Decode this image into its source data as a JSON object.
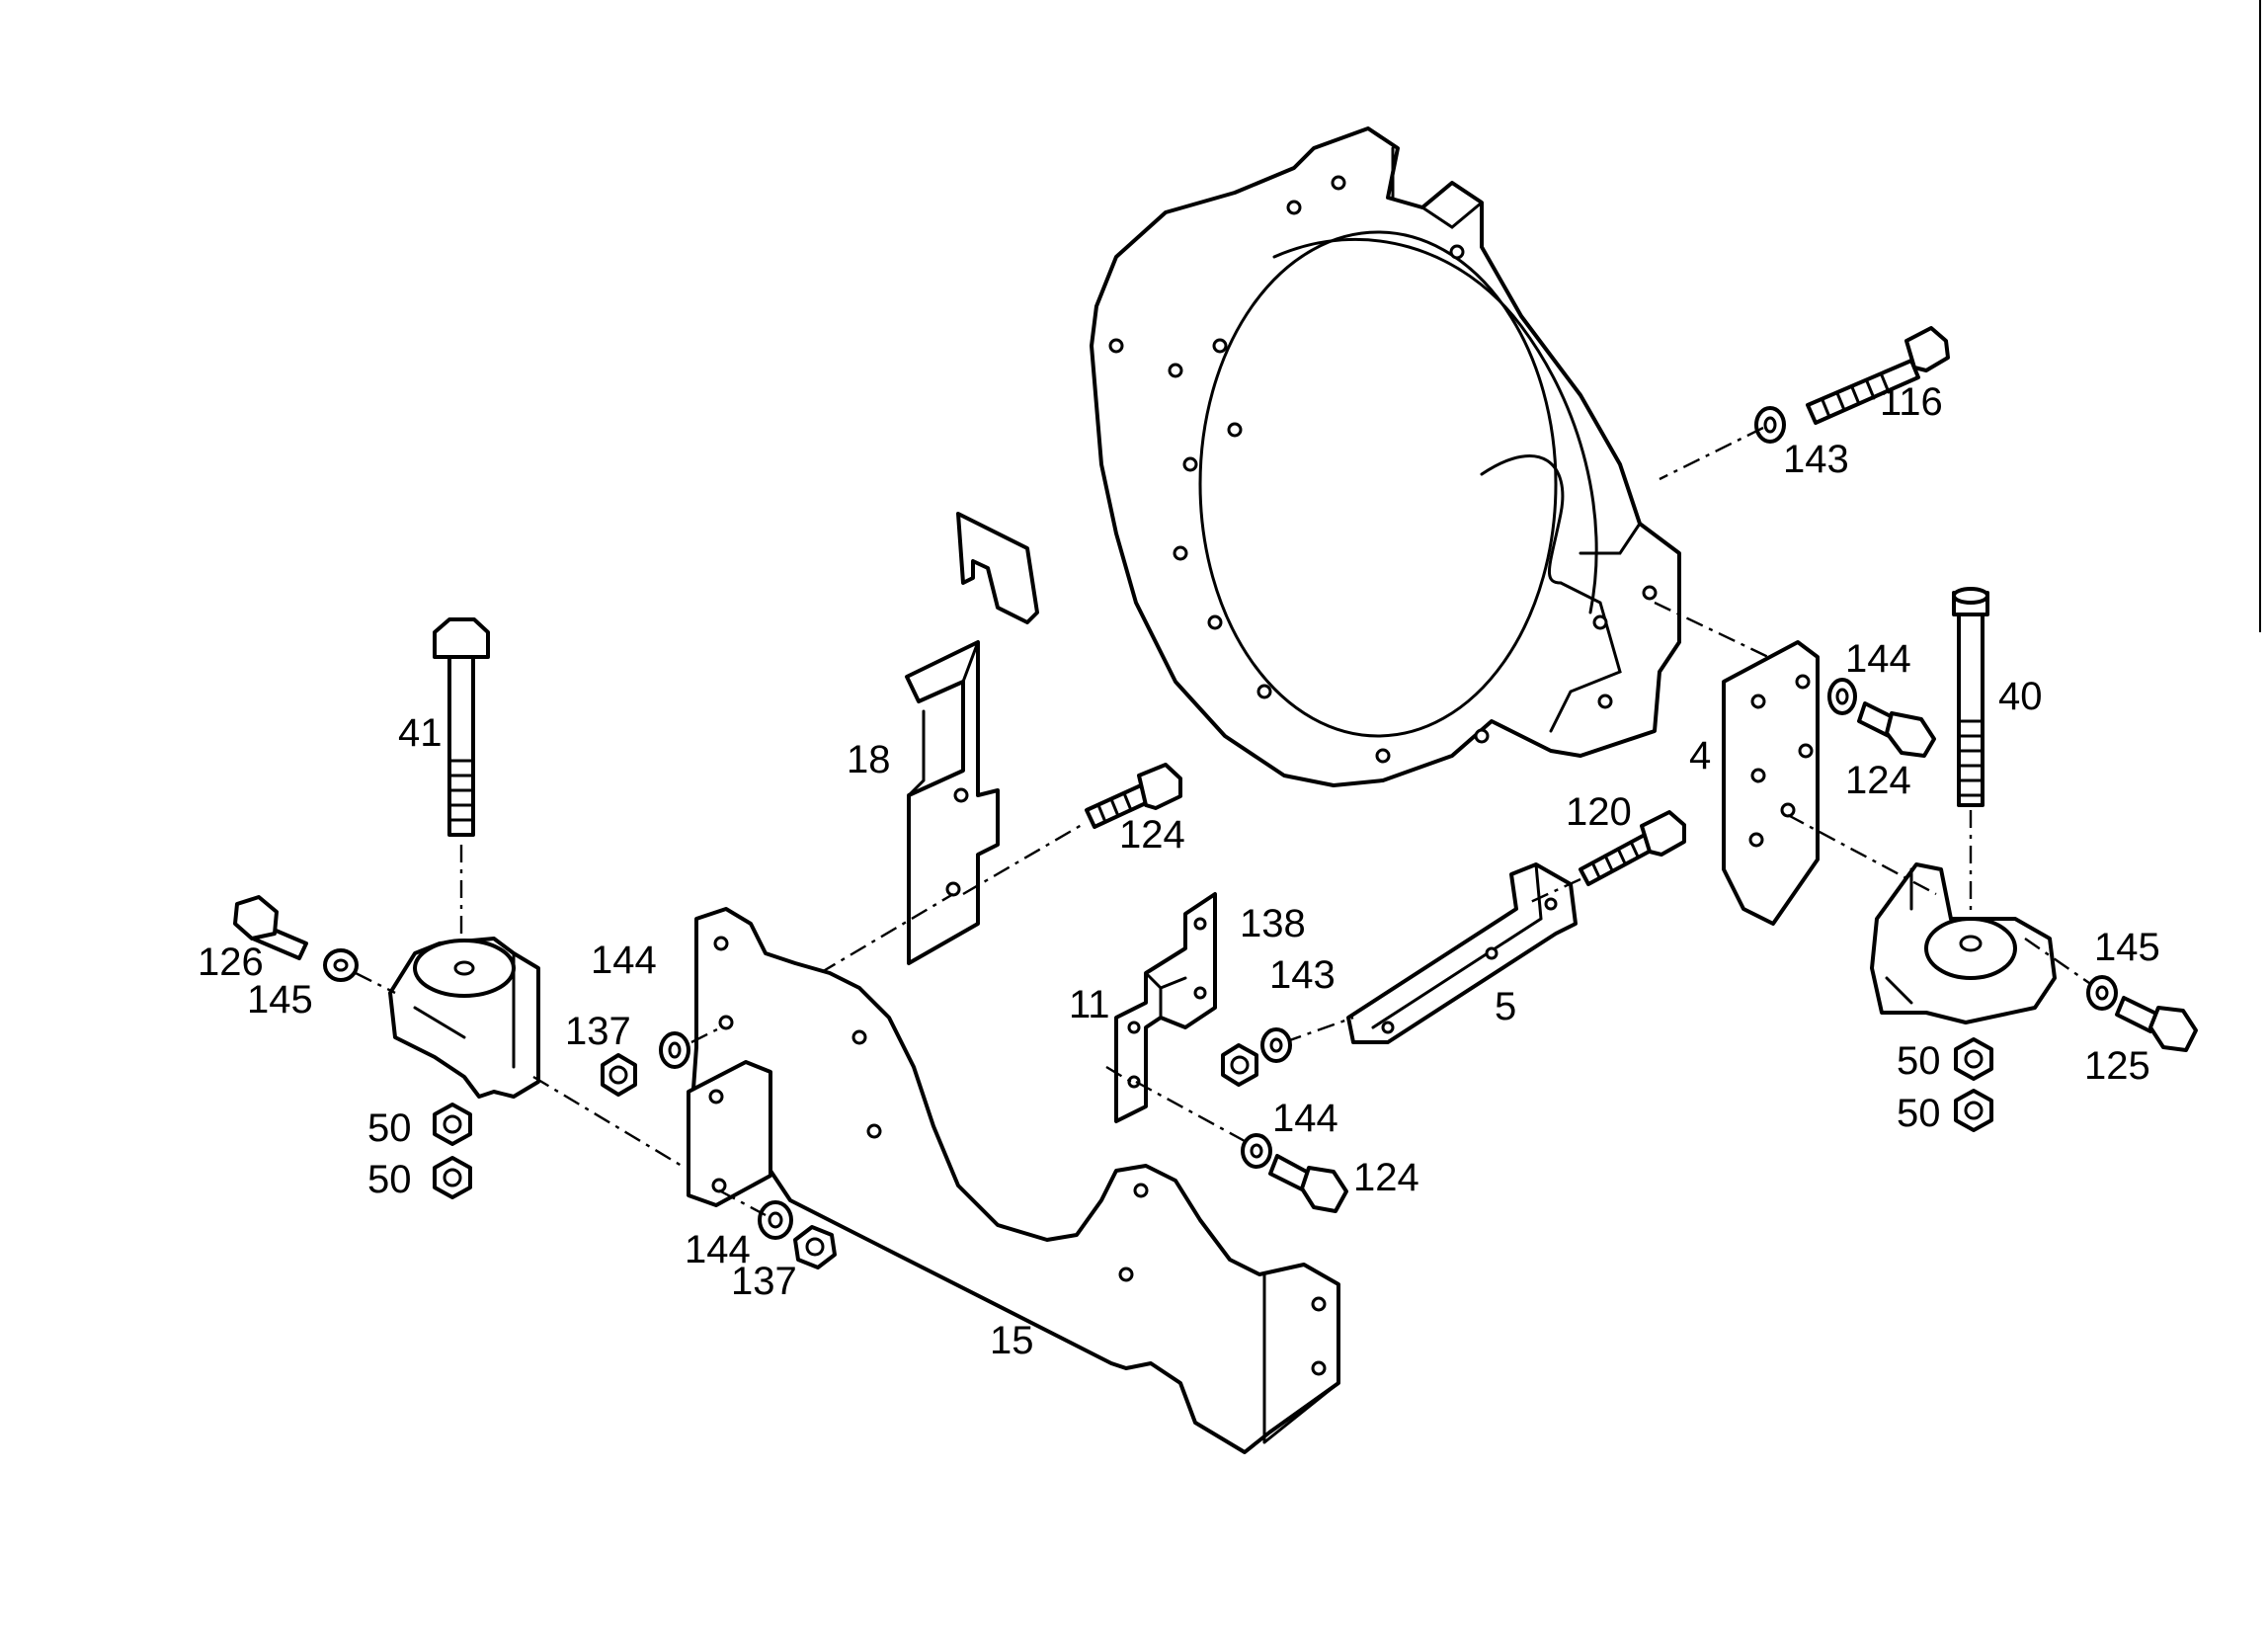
{
  "labels": {
    "p116": "116",
    "p143_top": "143",
    "p144_right": "144",
    "p40": "40",
    "p124_right": "124",
    "p4": "4",
    "p120": "120",
    "p41": "41",
    "p18": "18",
    "p124_mid": "124",
    "p126": "126",
    "p145_left": "145",
    "p144_left": "144",
    "p137_left": "137",
    "p11": "11",
    "p138": "138",
    "p143_mid": "143",
    "p5": "5",
    "p145_right": "145",
    "p50_r1": "50",
    "p50_r2": "50",
    "p125": "125",
    "p50_l1": "50",
    "p50_l2": "50",
    "p144_bracket": "144",
    "p124_bracket": "124",
    "p144_bottom": "144",
    "p137_bottom": "137",
    "p15": "15"
  }
}
